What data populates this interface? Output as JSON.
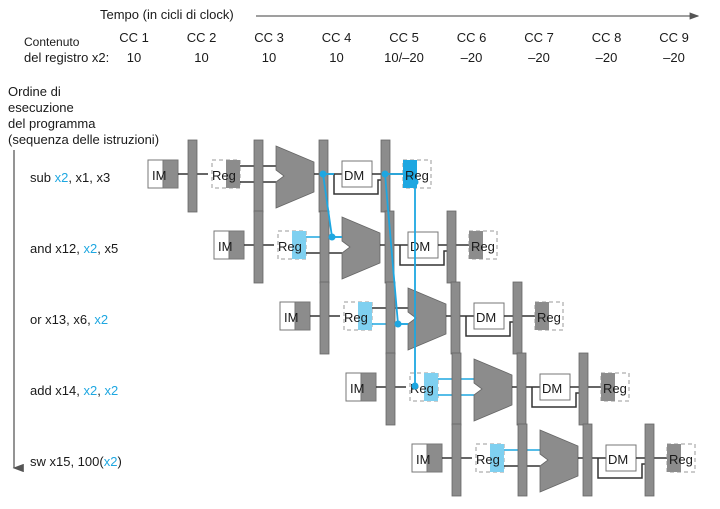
{
  "header": {
    "time_axis_label": "Tempo (in cicli di clock)",
    "register_label_line1": "Contenuto",
    "register_label_line2": "del registro x2:"
  },
  "clock_cycles": [
    {
      "label": "CC 1",
      "x2_value": "10"
    },
    {
      "label": "CC 2",
      "x2_value": "10"
    },
    {
      "label": "CC 3",
      "x2_value": "10"
    },
    {
      "label": "CC 4",
      "x2_value": "10"
    },
    {
      "label": "CC 5",
      "x2_value": "10/–20"
    },
    {
      "label": "CC 6",
      "x2_value": "–20"
    },
    {
      "label": "CC 7",
      "x2_value": "–20"
    },
    {
      "label": "CC 8",
      "x2_value": "–20"
    },
    {
      "label": "CC 9",
      "x2_value": "–20"
    }
  ],
  "program_order_label": [
    "Ordine di",
    "esecuzione",
    "del programma",
    "(sequenza delle istruzioni)"
  ],
  "instructions": [
    {
      "parts": [
        {
          "t": "sub ",
          "hl": false
        },
        {
          "t": "x2",
          "hl": true
        },
        {
          "t": ", x1, x3",
          "hl": false
        }
      ]
    },
    {
      "parts": [
        {
          "t": "and x12, ",
          "hl": false
        },
        {
          "t": "x2",
          "hl": true
        },
        {
          "t": ", x5",
          "hl": false
        }
      ]
    },
    {
      "parts": [
        {
          "t": "or x13, x6, ",
          "hl": false
        },
        {
          "t": "x2",
          "hl": true
        }
      ]
    },
    {
      "parts": [
        {
          "t": "add x14, ",
          "hl": false
        },
        {
          "t": "x2",
          "hl": true
        },
        {
          "t": ", ",
          "hl": false
        },
        {
          "t": "x2",
          "hl": true
        }
      ]
    },
    {
      "parts": [
        {
          "t": "sw x15, 100(",
          "hl": false
        },
        {
          "t": "x2",
          "hl": true
        },
        {
          "t": ")",
          "hl": false
        }
      ]
    }
  ],
  "stage_labels": {
    "im": "IM",
    "reg": "Reg",
    "dm": "DM"
  },
  "colors": {
    "highlight": "#1ea7e1",
    "unit_gray": "#8c8c8c",
    "line": "#333333",
    "dependency": "#1ea7e1"
  }
}
